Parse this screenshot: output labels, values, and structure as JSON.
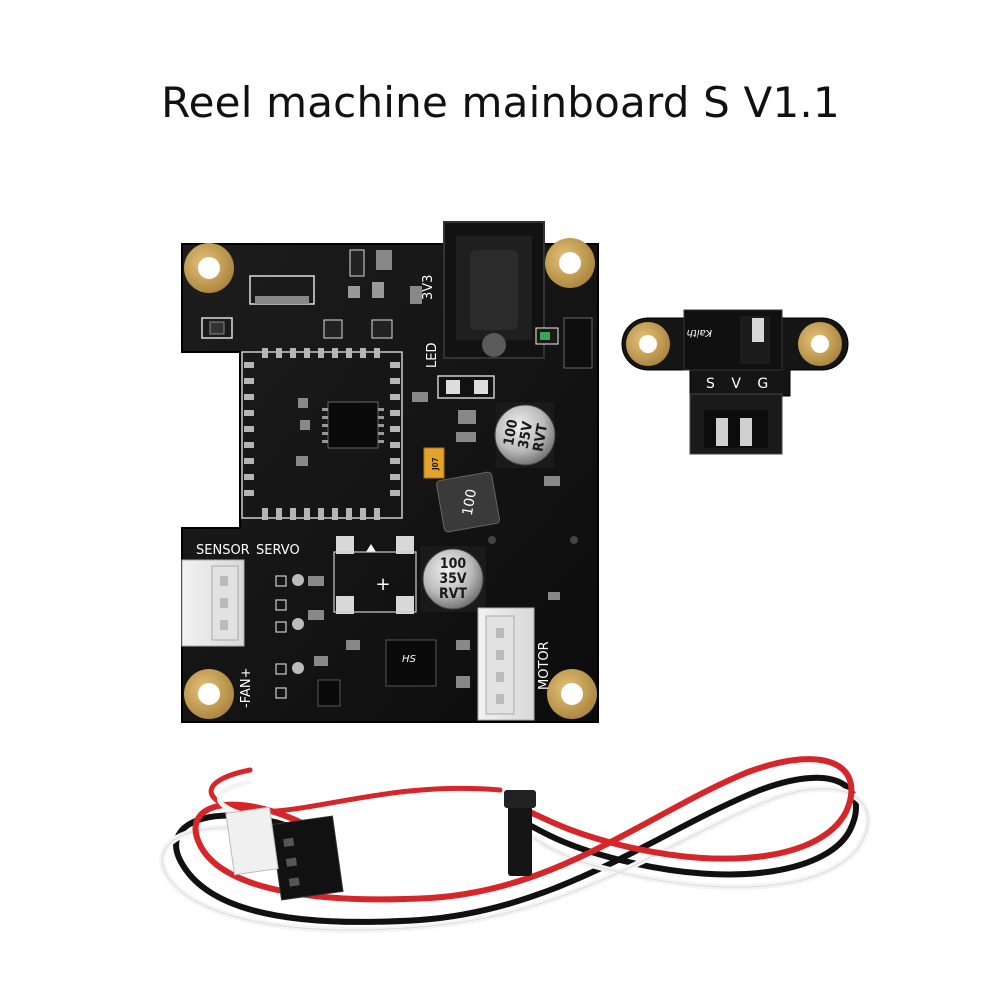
{
  "title": "Reel machine mainboard S V1.1",
  "board": {
    "labels": {
      "sensor": "SENSOR",
      "servo": "SERVO",
      "fan": "-FAN+",
      "motor": "MOTOR",
      "v33": "3V3",
      "led": "LED"
    },
    "capacitors": [
      {
        "line1": "100",
        "line2": "35V",
        "line3": "RVT"
      },
      {
        "line1": "100",
        "line2": "35V",
        "line3": "RVT"
      }
    ],
    "inductor": "100",
    "chip_marks": {
      "hs": "HS",
      "j07": "J07"
    }
  },
  "sensor_module": {
    "pin_label": "S V G",
    "brand": "Kaith"
  },
  "colors": {
    "pcb": "#141414",
    "pad": "#c8a35a",
    "wire_red": "#d6262a",
    "wire_black": "#111111",
    "wire_white": "#f4f4f4"
  }
}
